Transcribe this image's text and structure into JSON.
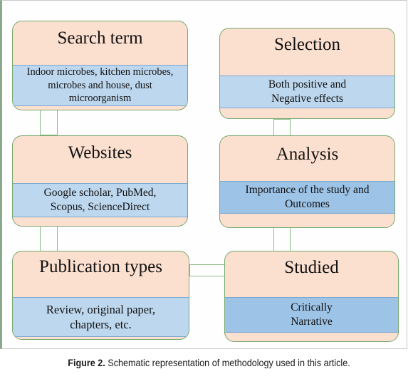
{
  "boxes": {
    "search_term": {
      "title": "Search term",
      "detail": "Indoor microbes, kitchen microbes, microbes and house, dust microorganism"
    },
    "selection": {
      "title": "Selection",
      "detail": "Both positive and Negative effects"
    },
    "websites": {
      "title": "Websites",
      "detail": "Google scholar, PubMed, Scopus, ScienceDirect"
    },
    "analysis": {
      "title": "Analysis",
      "detail": "Importance of the study and Outcomes"
    },
    "publication_types": {
      "title": "Publication types",
      "detail": "Review, original paper, chapters, etc."
    },
    "studied": {
      "title": "Studied",
      "detail": "Critically Narrative"
    }
  },
  "caption": {
    "label": "Figure 2.",
    "text": "Schematic representation of methodology used in this article."
  },
  "colors": {
    "box_fill": "#fbdfcf",
    "box_border": "#77a96f",
    "band_fill": "#bdd7ee",
    "band_dark": "#9dc3e6"
  }
}
